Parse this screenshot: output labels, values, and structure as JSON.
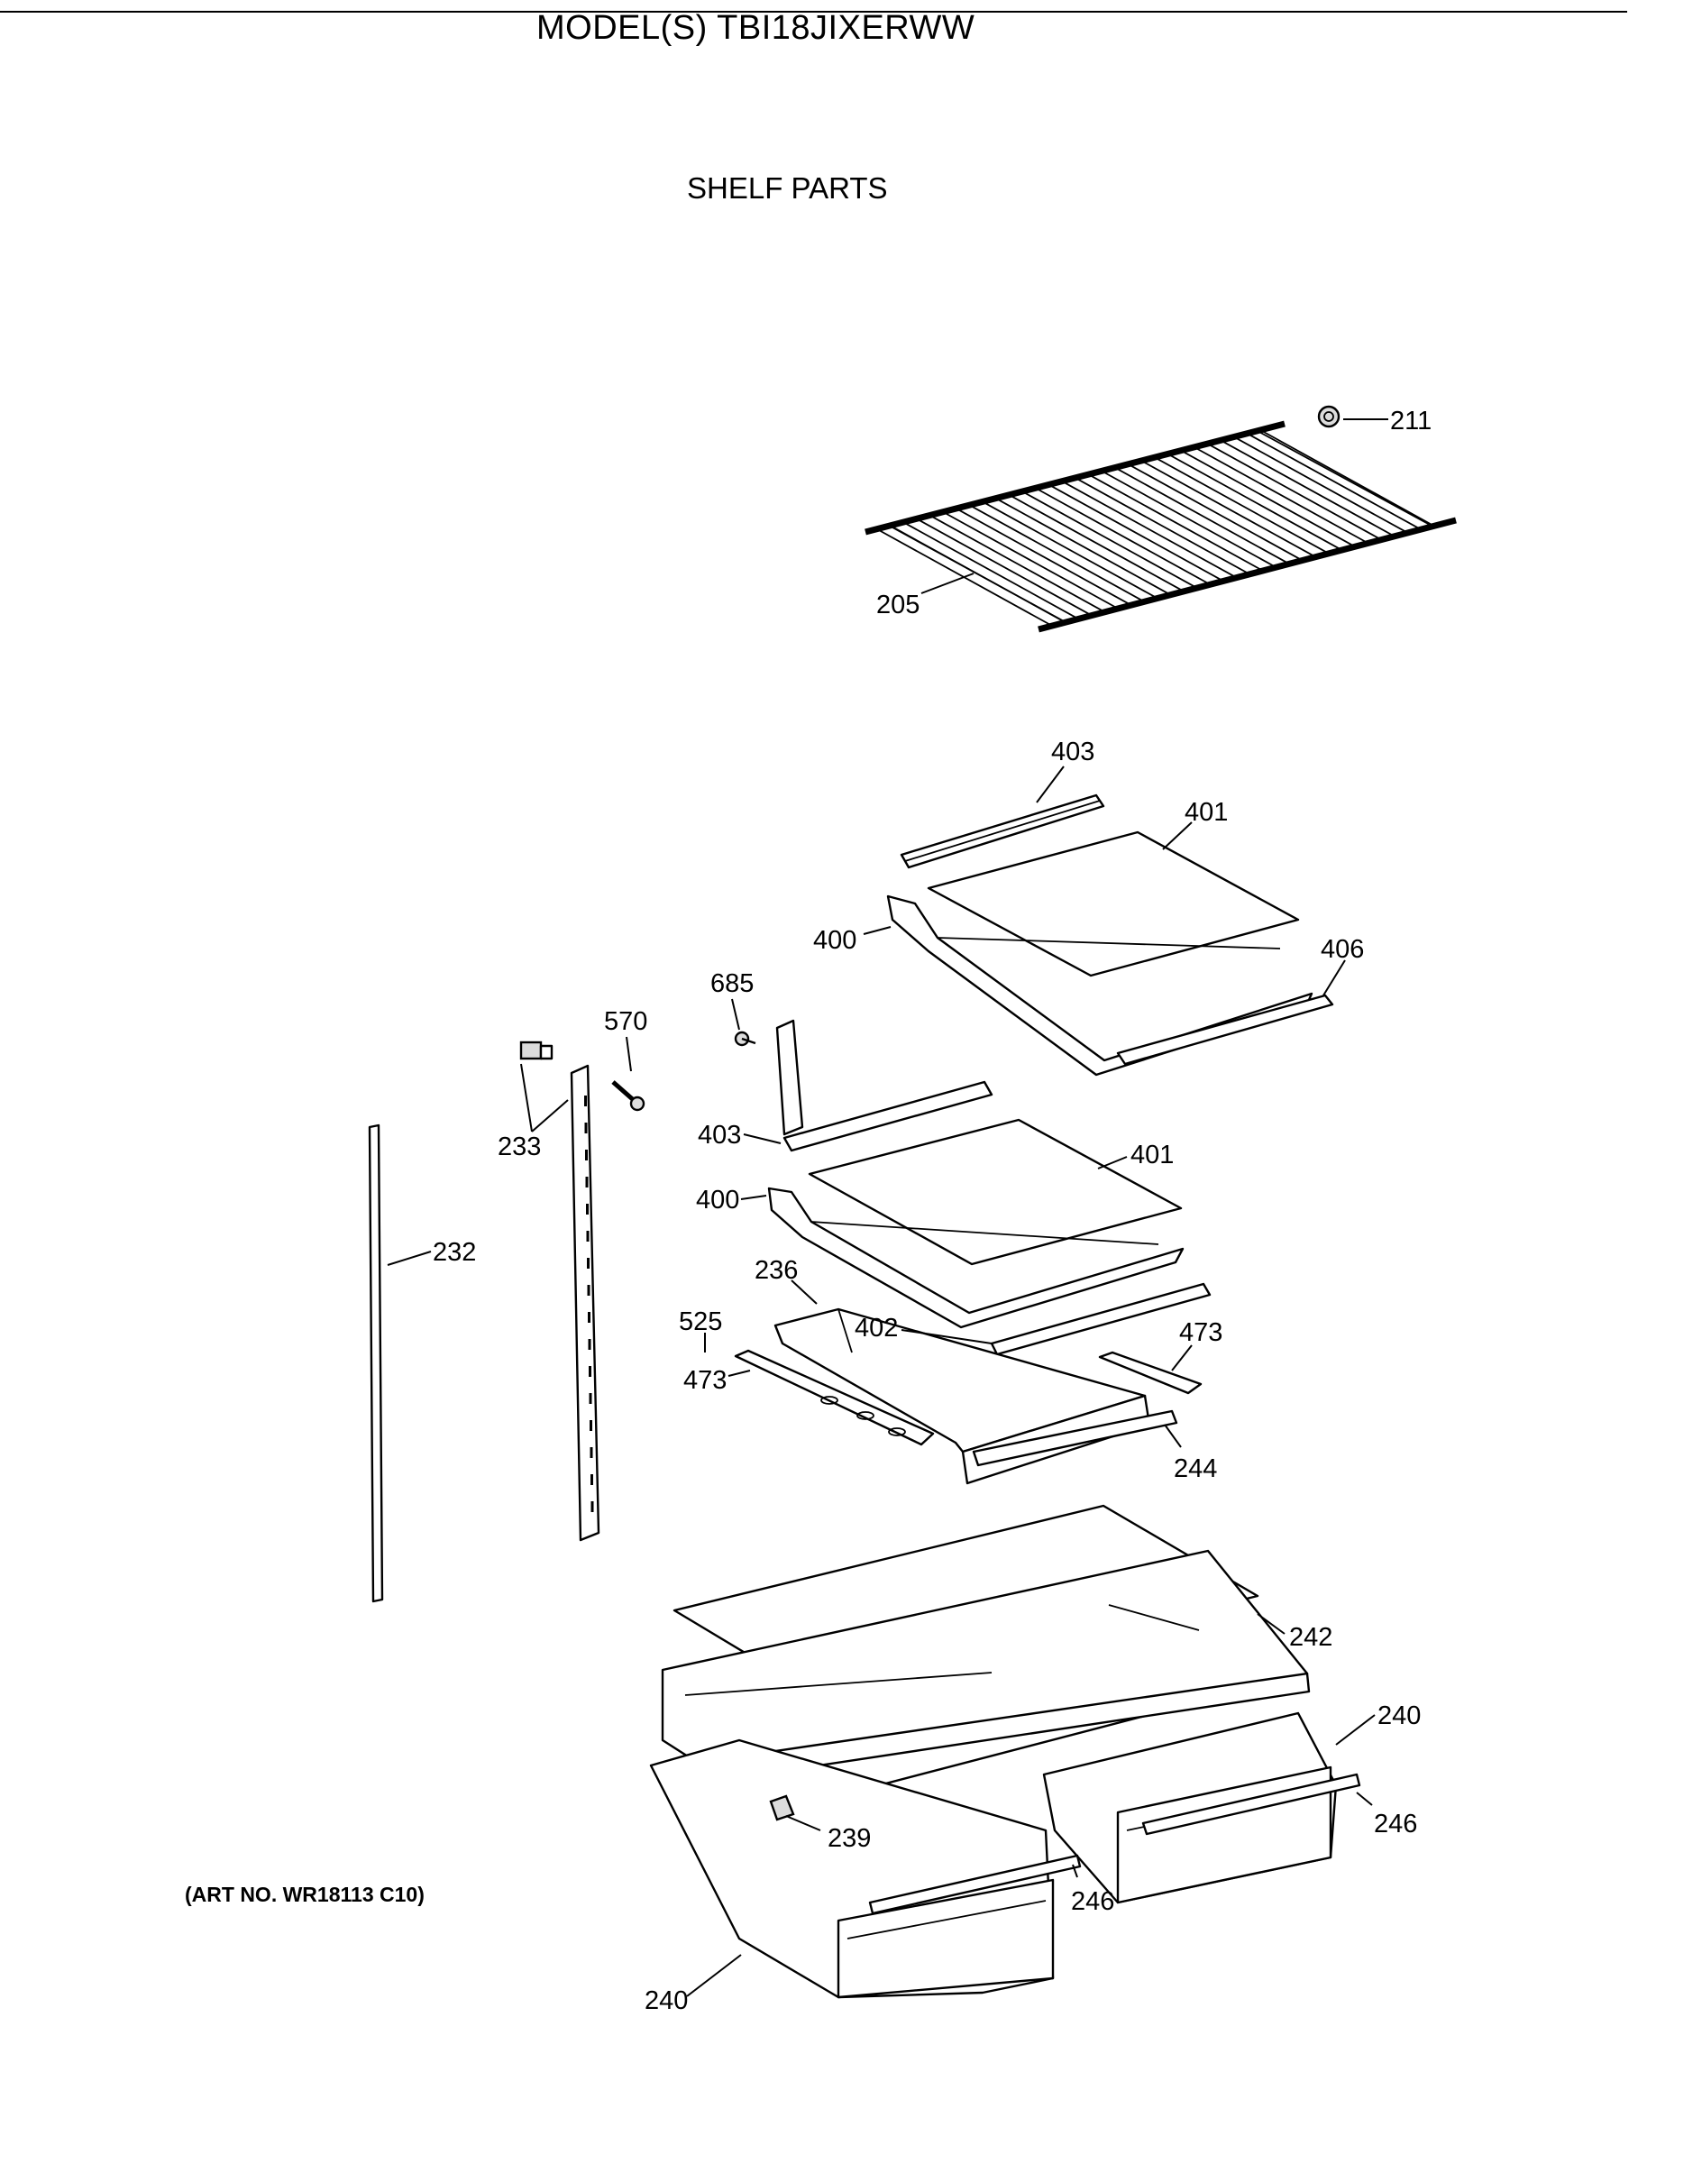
{
  "header": {
    "model_title": "MODEL(S) TBI18JIXERWW",
    "section_title": "SHELF PARTS"
  },
  "footer": {
    "art_number": "(ART NO. WR18113 C10)"
  },
  "callouts": [
    "211",
    "205",
    "403",
    "401",
    "400",
    "406",
    "685",
    "570",
    "233",
    "403",
    "401",
    "400",
    "232",
    "236",
    "525",
    "402",
    "473",
    "473",
    "244",
    "242",
    "240",
    "246",
    "239",
    "246",
    "240"
  ]
}
